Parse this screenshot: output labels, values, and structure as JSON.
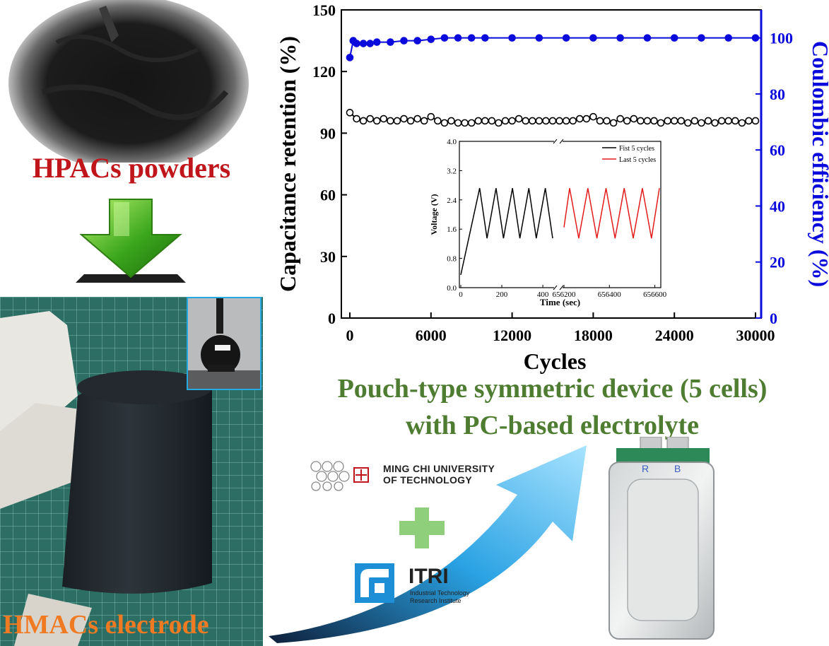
{
  "labels": {
    "powder": "HPACs powders",
    "electrode": "HMACs electrode",
    "device_title_line1": "Pouch-type symmetric device (5 cells)",
    "device_title_line2": "with PC-based electrolyte",
    "mcut": "MING CHI UNIVERSITY OF TECHNOLOGY",
    "mcut_line1": "MING CHI UNIVERSITY",
    "mcut_line2": "OF TECHNOLOGY",
    "itri": "ITRI",
    "itri_sub_line1": "Industrial Technology",
    "itri_sub_line2": "Research Institute",
    "pouch_marks": [
      "R",
      "B"
    ]
  },
  "icons": {
    "arrow": "down-arrow-icon",
    "plus": "plus-icon",
    "mcut_logo": "mcut-logo-icon",
    "itri_logo": "itri-logo-icon"
  },
  "colors": {
    "powder_label": "#c0161b",
    "electrode_label": "#f07a22",
    "device_title": "#4e7c31",
    "coulombic_axis": "#0a0adc",
    "first_cycles": "#000000",
    "last_cycles": "#e21b1b",
    "arrow_green": "#3aa61c",
    "plus_green": "#8fcf7c",
    "itri_blue": "#1d8fd6"
  },
  "chart_data": [
    {
      "type": "scatter",
      "xlabel": "Cycles",
      "ylabel": "Capacitance retention (%)",
      "y2label": "Coulombic efficiency (%)",
      "xlim": [
        0,
        30000
      ],
      "ylim": [
        0,
        150
      ],
      "y2lim": [
        0,
        110
      ],
      "xticks": [
        0,
        6000,
        12000,
        18000,
        24000,
        30000
      ],
      "yticks": [
        0,
        30,
        60,
        90,
        120,
        150
      ],
      "y2ticks": [
        0,
        20,
        40,
        60,
        80,
        100
      ],
      "series": [
        {
          "axis": "left",
          "color": "#000000",
          "x": [
            0,
            500,
            1000,
            1500,
            2000,
            2500,
            3000,
            3500,
            4000,
            4500,
            5000,
            5500,
            6000,
            6500,
            7000,
            7500,
            8000,
            8500,
            9000,
            9500,
            10000,
            10500,
            11000,
            11500,
            12000,
            12500,
            13000,
            13500,
            14000,
            14500,
            15000,
            15500,
            16000,
            16500,
            17000,
            17500,
            18000,
            18500,
            19000,
            19500,
            20000,
            20500,
            21000,
            21500,
            22000,
            22500,
            23000,
            23500,
            24000,
            24500,
            25000,
            25500,
            26000,
            26500,
            27000,
            27500,
            28000,
            28500,
            29000,
            29500,
            30000
          ],
          "values": [
            100,
            97,
            96,
            97,
            96,
            97,
            96,
            96,
            97,
            96,
            97,
            96,
            98,
            96,
            95,
            96,
            95,
            95,
            95,
            96,
            96,
            96,
            95,
            96,
            96,
            97,
            96,
            96,
            96,
            96,
            96,
            96,
            96,
            96,
            97,
            97,
            98,
            96,
            96,
            95,
            97,
            96,
            97,
            96,
            96,
            96,
            95,
            96,
            96,
            96,
            95,
            96,
            95,
            96,
            95,
            96,
            96,
            96,
            95,
            96,
            96
          ]
        },
        {
          "axis": "right",
          "color": "#0a0adc",
          "x": [
            0,
            250,
            500,
            1000,
            1500,
            2000,
            3000,
            4000,
            5000,
            6000,
            7000,
            8000,
            9000,
            10000,
            12000,
            14000,
            16000,
            18000,
            20000,
            22000,
            24000,
            26000,
            28000,
            30000
          ],
          "values": [
            93,
            99,
            98,
            98,
            98,
            98.5,
            98.5,
            99,
            99,
            99.5,
            100,
            100,
            100,
            100,
            100,
            100,
            100,
            100,
            100,
            100,
            100,
            100,
            100,
            100
          ]
        }
      ]
    },
    {
      "type": "line",
      "xlabel": "Time (sec)",
      "ylabel": "Voltage (V)",
      "ylim": [
        0,
        4
      ],
      "yticks": [
        "0.0",
        "0.8",
        "1.6",
        "2.4",
        "3.2",
        "4.0"
      ],
      "xticks_left": [
        "0",
        "200",
        "400"
      ],
      "xticks_right": [
        "656200",
        "656400",
        "656600"
      ],
      "x_break": true,
      "legend_position": "top-right",
      "series": [
        {
          "name": "Fist 5 cycles",
          "color": "#000000",
          "x": [
            0,
            92,
            128,
            172,
            208,
            252,
            288,
            332,
            368,
            412,
            448
          ],
          "values": [
            0.35,
            2.72,
            1.35,
            2.72,
            1.35,
            2.72,
            1.35,
            2.72,
            1.35,
            2.72,
            1.35
          ]
        },
        {
          "name": "Last 5 cycles",
          "color": "#e21b1b",
          "x": [
            656200,
            656225,
            656265,
            656305,
            656345,
            656385,
            656425,
            656465,
            656505,
            656545,
            656585,
            656620
          ],
          "values": [
            1.65,
            2.72,
            1.35,
            2.72,
            1.35,
            2.72,
            1.35,
            2.72,
            1.35,
            2.72,
            1.35,
            2.72
          ]
        }
      ]
    }
  ]
}
